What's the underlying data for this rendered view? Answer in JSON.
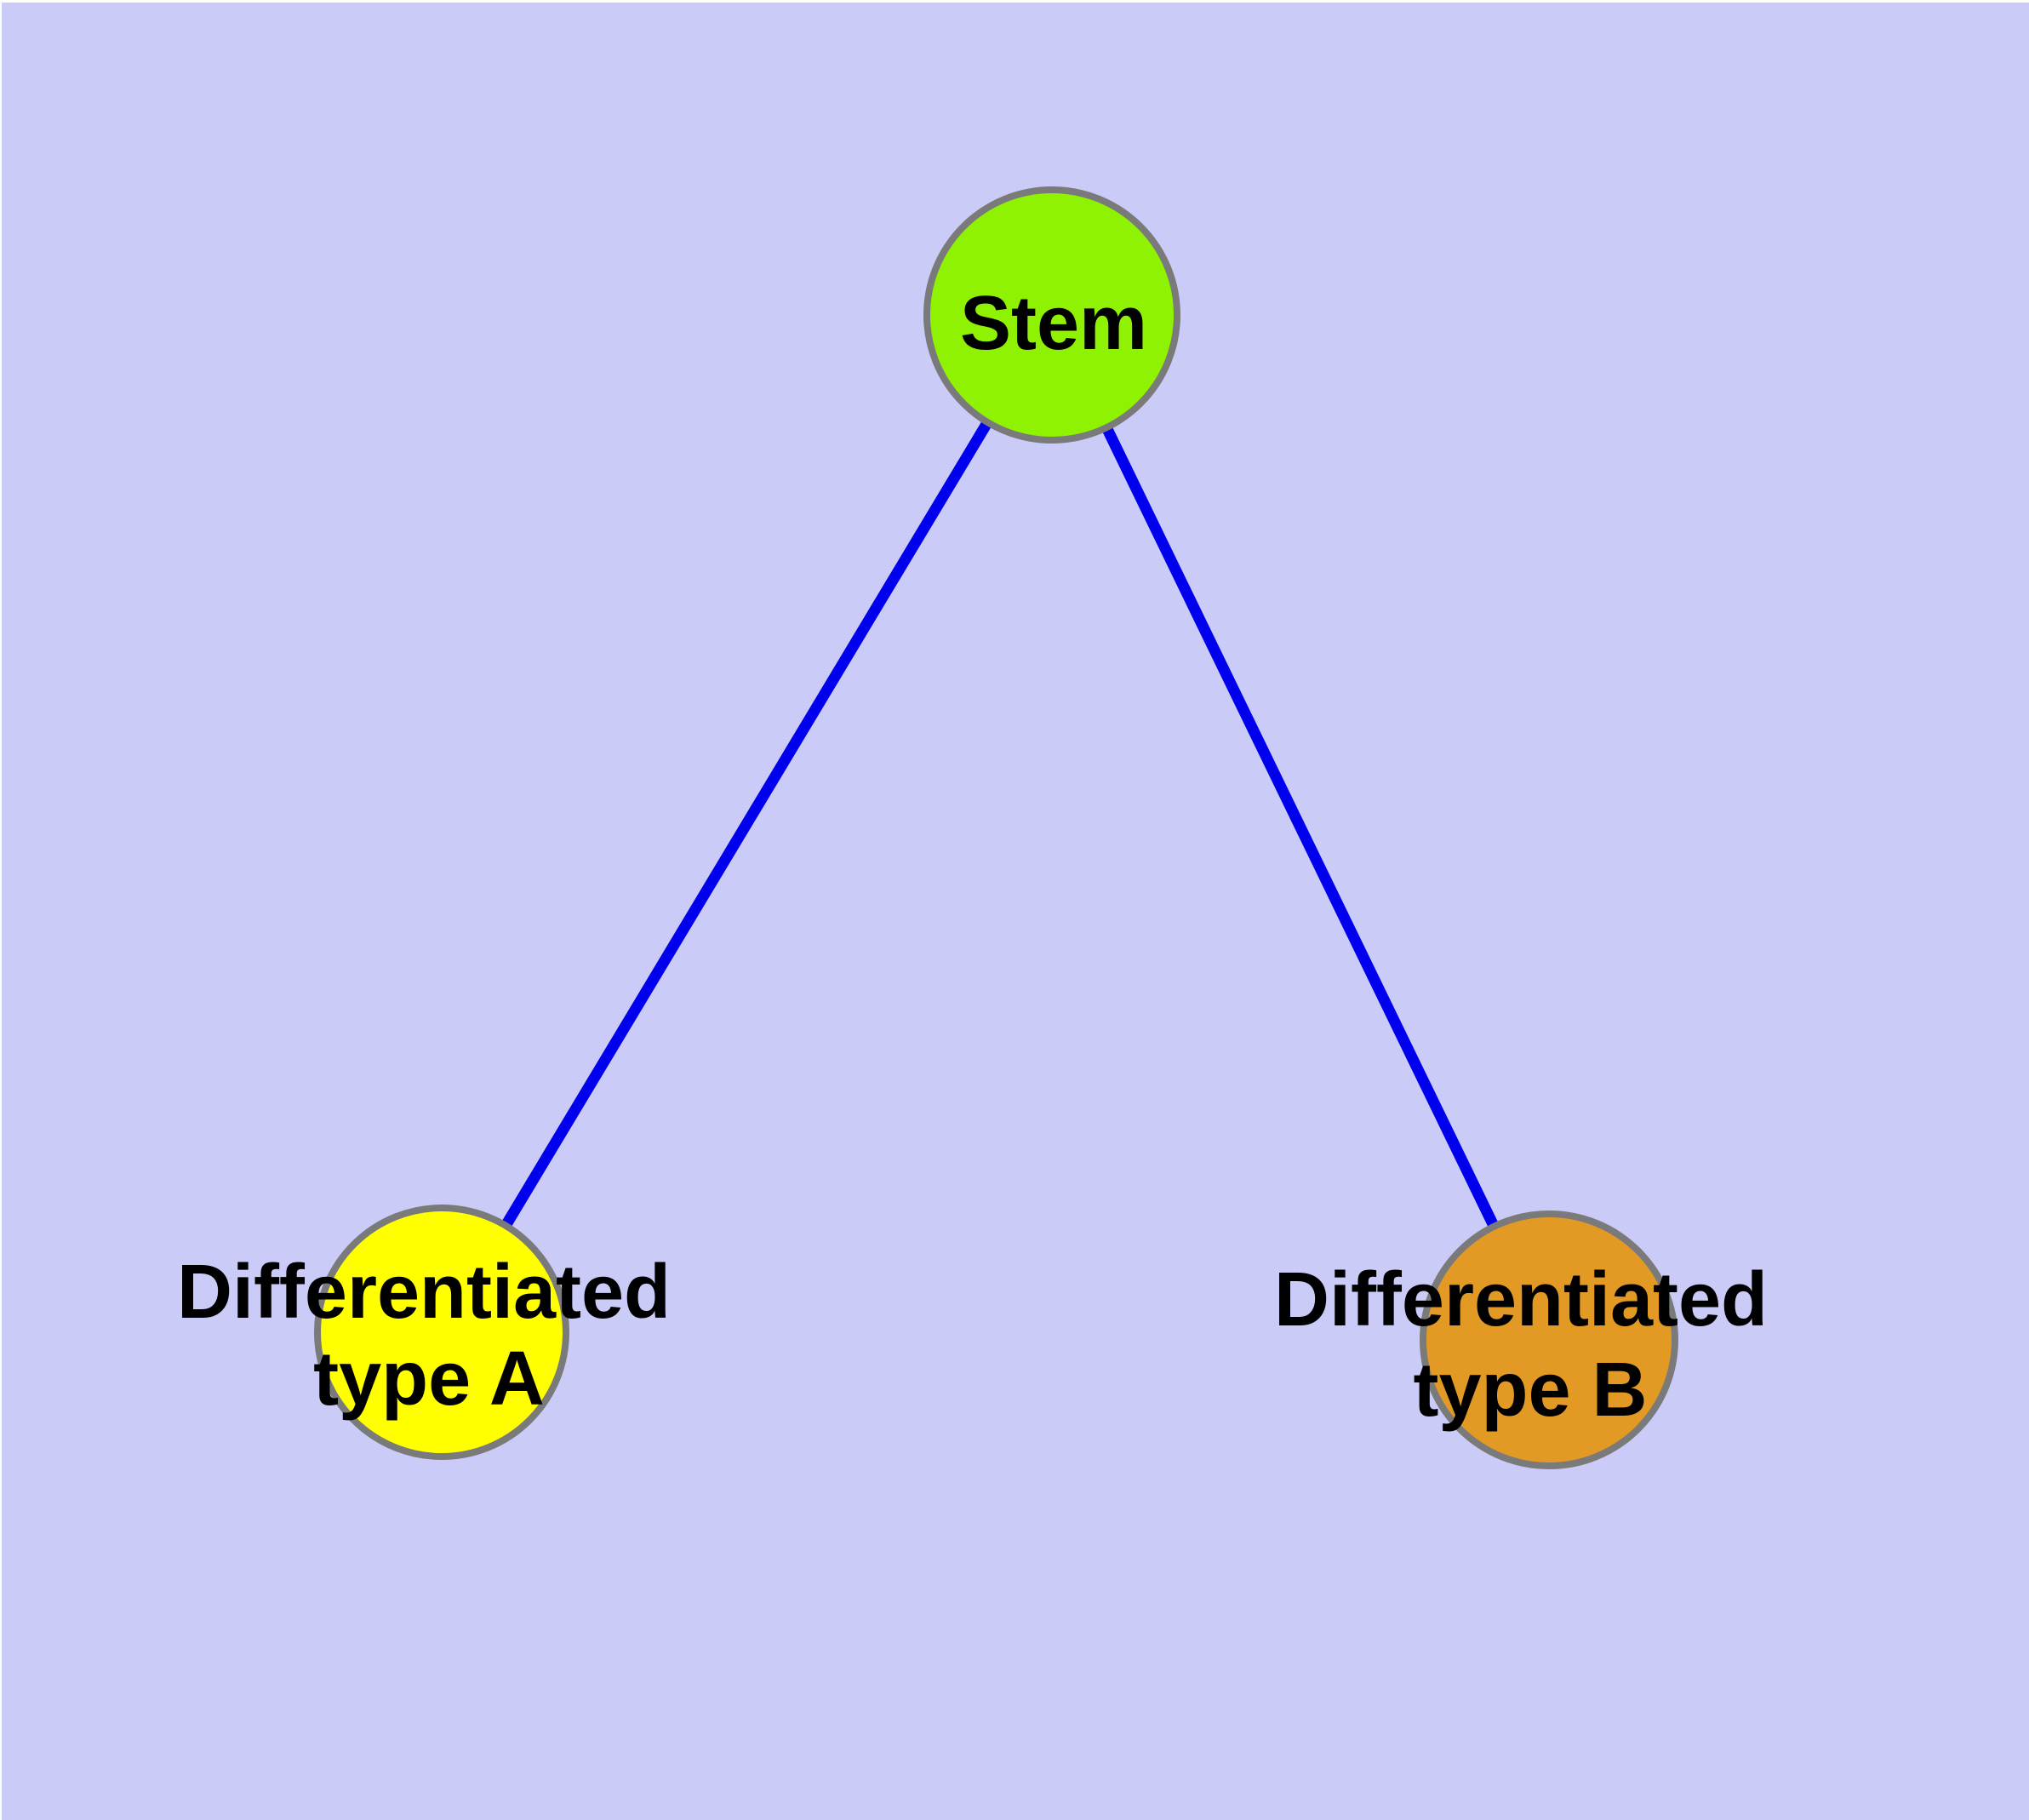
{
  "canvas": {
    "background_color": "#CACBF7",
    "frame_color": "#FFFFFF"
  },
  "graph": {
    "edge_color": "#0000EE",
    "node_border_color": "#7A7A7A",
    "label_color": "#000000",
    "nodes": [
      {
        "id": "stem",
        "label": "Stem",
        "line1": "Stem",
        "line2": "",
        "fill": "#8EF202"
      },
      {
        "id": "diff-a",
        "label": "Differentiated type A",
        "line1": "Differentiated",
        "line2": "type A",
        "fill": "#FFFF00"
      },
      {
        "id": "diff-b",
        "label": "Differentiated type B",
        "line1": "Differentiated",
        "line2": "type B",
        "fill": "#E39A24"
      }
    ],
    "edges": [
      {
        "from": "Stem",
        "to": "Differentiated type A"
      },
      {
        "from": "Stem",
        "to": "Differentiated type B"
      }
    ]
  }
}
